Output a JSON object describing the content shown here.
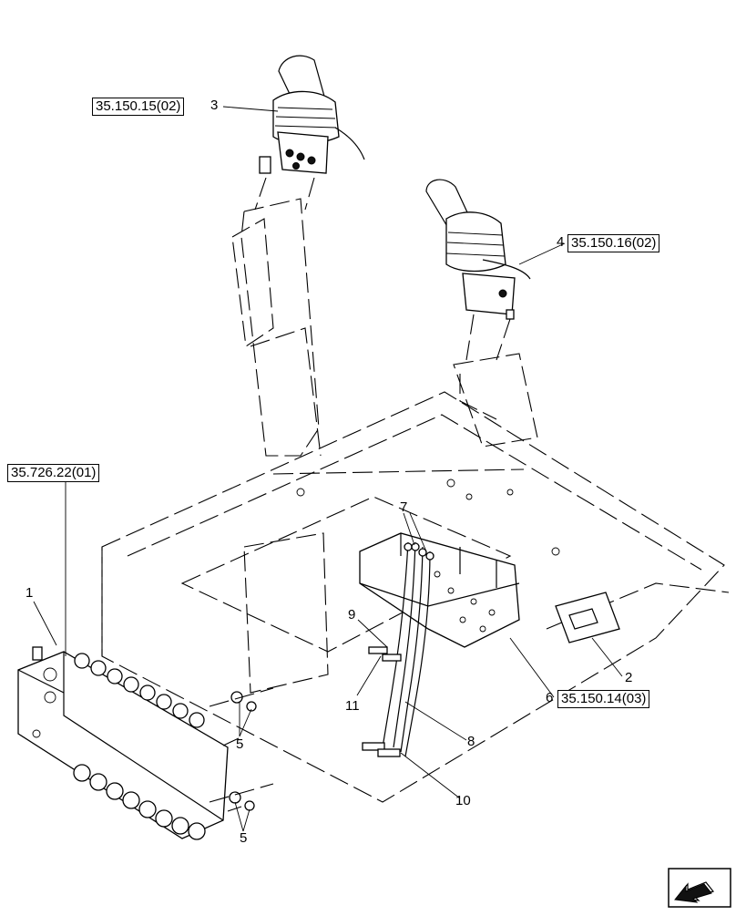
{
  "references": {
    "joystick_left": "35.150.15(02)",
    "joystick_right": "35.150.16(02)",
    "control_valve": "35.726.22(01)",
    "pilot_block": "35.150.14(03)"
  },
  "callouts": {
    "c1": "1",
    "c2": "2",
    "c3": "3",
    "c4": "4",
    "c5a": "5",
    "c5b": "5",
    "c6": "6",
    "c7": "7",
    "c8": "8",
    "c9": "9",
    "c10": "10",
    "c11": "11"
  },
  "icons": {
    "nav": "next-page-arrow-icon"
  }
}
